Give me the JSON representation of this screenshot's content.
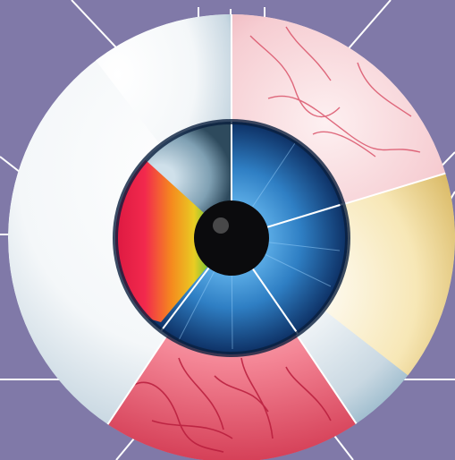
{
  "colors": {
    "background": "#8079a8",
    "sclera_white": "#ffffff",
    "sclera_shadow": "#b9c9d6",
    "sclera_pink": "#f6cdd2",
    "sclera_red": "#ef5f74",
    "sclera_yellow": "#f2d98f",
    "iris_blue": "#2f7fc4",
    "iris_dark": "#0d2f63",
    "pupil": "#0b0b0d",
    "callout_line": "#ffffff",
    "vein": "#d23a55"
  },
  "segments": [
    {
      "name": "clear-white-segment",
      "tint": "white"
    },
    {
      "name": "pink-veined-segment",
      "tint": "pink"
    },
    {
      "name": "yellow-segment",
      "tint": "yellow"
    },
    {
      "name": "red-veined-segment",
      "tint": "red"
    },
    {
      "name": "white-left-segment",
      "tint": "white"
    }
  ],
  "iris_sections": [
    {
      "name": "iris-grey-cloudy",
      "tint": "grey"
    },
    {
      "name": "iris-blue-clear",
      "tint": "blue"
    },
    {
      "name": "iris-rainbow",
      "tint": "rainbow"
    }
  ]
}
